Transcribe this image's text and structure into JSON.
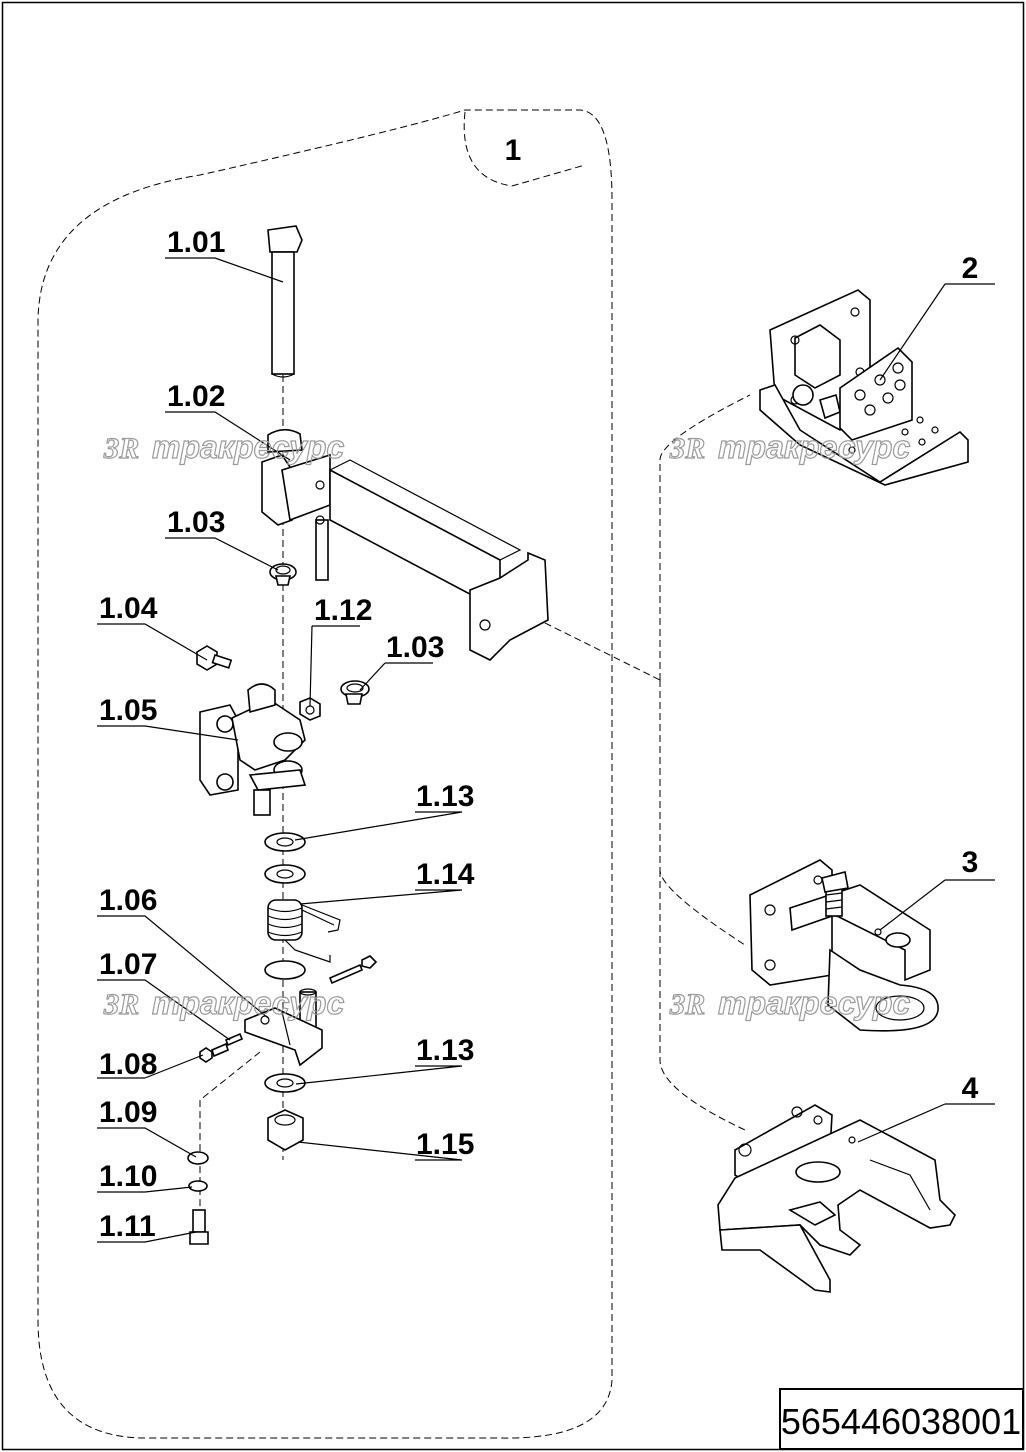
{
  "document": {
    "number": "565446038001"
  },
  "watermark": {
    "logo": "ЗR",
    "text": "тракресурс"
  },
  "group": {
    "label": "1"
  },
  "callouts": {
    "c1_01": "1.01",
    "c1_02": "1.02",
    "c1_03a": "1.03",
    "c1_03b": "1.03",
    "c1_04": "1.04",
    "c1_05": "1.05",
    "c1_06": "1.06",
    "c1_07": "1.07",
    "c1_08": "1.08",
    "c1_09": "1.09",
    "c1_10": "1.10",
    "c1_11": "1.11",
    "c1_12": "1.12",
    "c1_13a": "1.13",
    "c1_13b": "1.13",
    "c1_14": "1.14",
    "c1_15": "1.15",
    "c2": "2",
    "c3": "3",
    "c4": "4"
  }
}
